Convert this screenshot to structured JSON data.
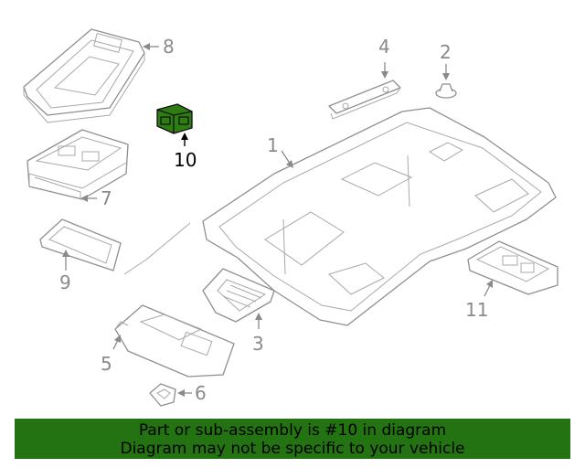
{
  "diagram": {
    "highlight_color": "#2e7d12",
    "callouts": {
      "c1": "1",
      "c2": "2",
      "c3": "3",
      "c4": "4",
      "c5": "5",
      "c6": "6",
      "c7": "7",
      "c8": "8",
      "c9": "9",
      "c10": "10",
      "c11": "11"
    },
    "highlighted_part": "10"
  },
  "banner": {
    "line1": "Part or sub-assembly is #10 in diagram",
    "line2": "Diagram may not be specific to your vehicle",
    "background": "#237312"
  }
}
